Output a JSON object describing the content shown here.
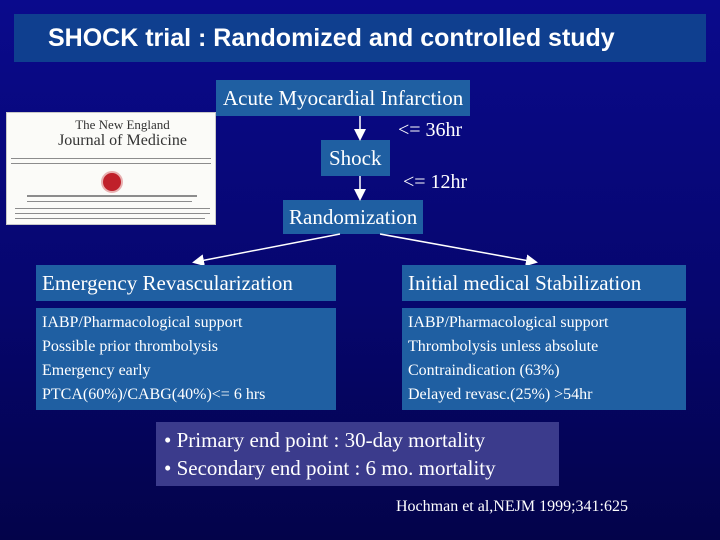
{
  "title": "SHOCK trial : Randomized and controlled study",
  "flow": {
    "ami": "Acute Myocardial Infarction",
    "time1": "<= 36hr",
    "shock": "Shock",
    "time2": "<= 12hr",
    "randomization": "Randomization"
  },
  "journal": {
    "line1": "The New England",
    "line2": "Journal of Medicine"
  },
  "arms": [
    {
      "title": "Emergency Revascularization",
      "lines": [
        "IABP/Pharmacological support",
        "Possible prior thrombolysis",
        "Emergency early",
        "PTCA(60%)/CABG(40%)<= 6 hrs"
      ]
    },
    {
      "title": "Initial medical Stabilization",
      "lines": [
        "IABP/Pharmacological support",
        "Thrombolysis unless absolute",
        "Contraindication (63%)",
        "Delayed revasc.(25%) >54hr"
      ]
    }
  ],
  "endpoints": [
    "• Primary end point : 30-day mortality",
    "• Secondary end point : 6 mo. mortality"
  ],
  "reference": "Hochman et al,NEJM 1999;341:625",
  "colors": {
    "background": "#06066e",
    "box": "#1f5fa2",
    "title_bar": "#0f3f8f",
    "endpoints_box": "#3b3b8c"
  }
}
